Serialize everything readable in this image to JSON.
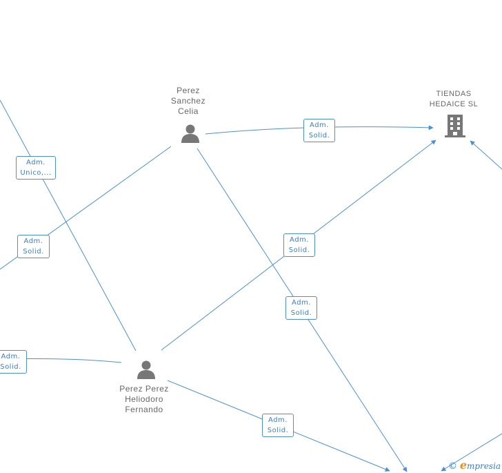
{
  "colors": {
    "edge": "#4a8fd8",
    "node_icon": "#777777",
    "label_text": "#666666",
    "brand_accent": "#f08a1c"
  },
  "nodes": {
    "celia": {
      "lines": [
        "Perez",
        "Sanchez",
        "Celia"
      ],
      "icon": "person-icon"
    },
    "heliodoro": {
      "lines": [
        "Perez Perez",
        "Heliodoro",
        "Fernando"
      ],
      "icon": "person-icon"
    },
    "tiendas": {
      "lines": [
        "TIENDAS",
        "HEDAICE SL"
      ],
      "icon": "building-icon"
    }
  },
  "edge_labels": [
    {
      "id": "e1",
      "lines": [
        "Adm.",
        "Unico,..."
      ]
    },
    {
      "id": "e2",
      "lines": [
        "Adm.",
        "Solid."
      ]
    },
    {
      "id": "e3",
      "lines": [
        "Adm.",
        "Solid."
      ]
    },
    {
      "id": "e4",
      "lines": [
        "Adm.",
        "Solid."
      ]
    },
    {
      "id": "e5",
      "lines": [
        "Adm.",
        "Solid."
      ]
    },
    {
      "id": "e6",
      "lines": [
        "Adm.",
        "Solid."
      ]
    },
    {
      "id": "e7",
      "lines": [
        "Adm.",
        "Solid."
      ]
    }
  ],
  "brand": {
    "copyright": "©",
    "initial": "e",
    "rest": "mpresia"
  }
}
